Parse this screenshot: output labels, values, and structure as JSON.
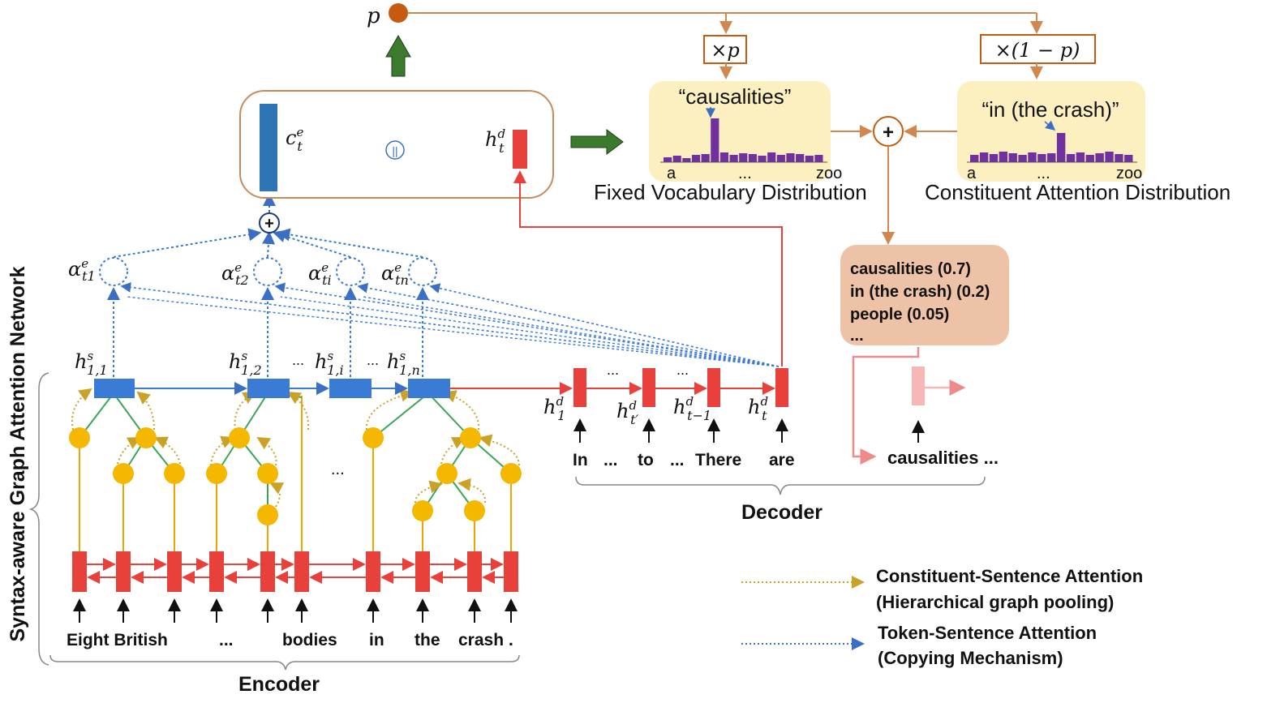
{
  "sidebar_title": "Syntax-aware Graph Attention Network",
  "encoder": {
    "label": "Encoder",
    "tokens": [
      "Eight British",
      "...",
      "bodies",
      "in",
      "the",
      "crash",
      "."
    ],
    "states": [
      {
        "base": "h",
        "sup": "s",
        "sub": "1,1"
      },
      {
        "base": "h",
        "sup": "s",
        "sub": "1,2"
      },
      {
        "base": "h",
        "sup": "s",
        "sub": "1,i"
      },
      {
        "base": "h",
        "sup": "s",
        "sub": "1,n"
      }
    ],
    "ellipsis": "..."
  },
  "attention": {
    "weights": [
      {
        "base": "α",
        "sup": "e",
        "sub": "t1"
      },
      {
        "base": "α",
        "sup": "e",
        "sub": "t2"
      },
      {
        "base": "α",
        "sup": "e",
        "sub": "ti"
      },
      {
        "base": "α",
        "sup": "e",
        "sub": "tn"
      }
    ]
  },
  "context": {
    "c": {
      "base": "c",
      "sup": "e",
      "sub": "t"
    },
    "h": {
      "base": "h",
      "sup": "d",
      "sub": "t"
    },
    "concat_symbol": "||",
    "p_label": "p"
  },
  "gates": {
    "xp": "×p",
    "x1mp": "×(1 − p)"
  },
  "fixed_vocab": {
    "word": "“causalities”",
    "label": "Fixed Vocabulary Distribution",
    "axis_start": "a",
    "axis_mid": "...",
    "axis_end": "zoo"
  },
  "constituent_attn": {
    "word": "“in (the crash)”",
    "label": "Constituent Attention Distribution",
    "axis_start": "a",
    "axis_mid": "...",
    "axis_end": "zoo"
  },
  "output_box": {
    "lines": [
      "causalities (0.7)",
      "in (the crash) (0.2)",
      "people (0.05)",
      "..."
    ]
  },
  "decoder": {
    "label": "Decoder",
    "tokens": [
      "In",
      "...",
      "to",
      "...",
      "There",
      "are"
    ],
    "states": [
      {
        "base": "h",
        "sup": "d",
        "sub": "1"
      },
      {
        "base": "h",
        "sup": "d",
        "sub": "t′"
      },
      {
        "base": "h",
        "sup": "d",
        "sub": "t−1"
      },
      {
        "base": "h",
        "sup": "d",
        "sub": "t"
      }
    ],
    "next_token": "causalities ..."
  },
  "legend": [
    {
      "line1": "Constituent-Sentence Attention",
      "line2": "(Hierarchical graph pooling)",
      "color": "#d4a017"
    },
    {
      "line1": "Token-Sentence Attention",
      "line2": "(Copying Mechanism)",
      "color": "#3b6fc4"
    }
  ],
  "colors": {
    "blue": "#3a7bd5",
    "red": "#e8403a",
    "yellow": "#f5b700",
    "orange": "#d08850",
    "purple": "#7030a0",
    "cream": "#fdf0c0",
    "salmon": "#eec2a6",
    "green": "#3c7a2e"
  }
}
